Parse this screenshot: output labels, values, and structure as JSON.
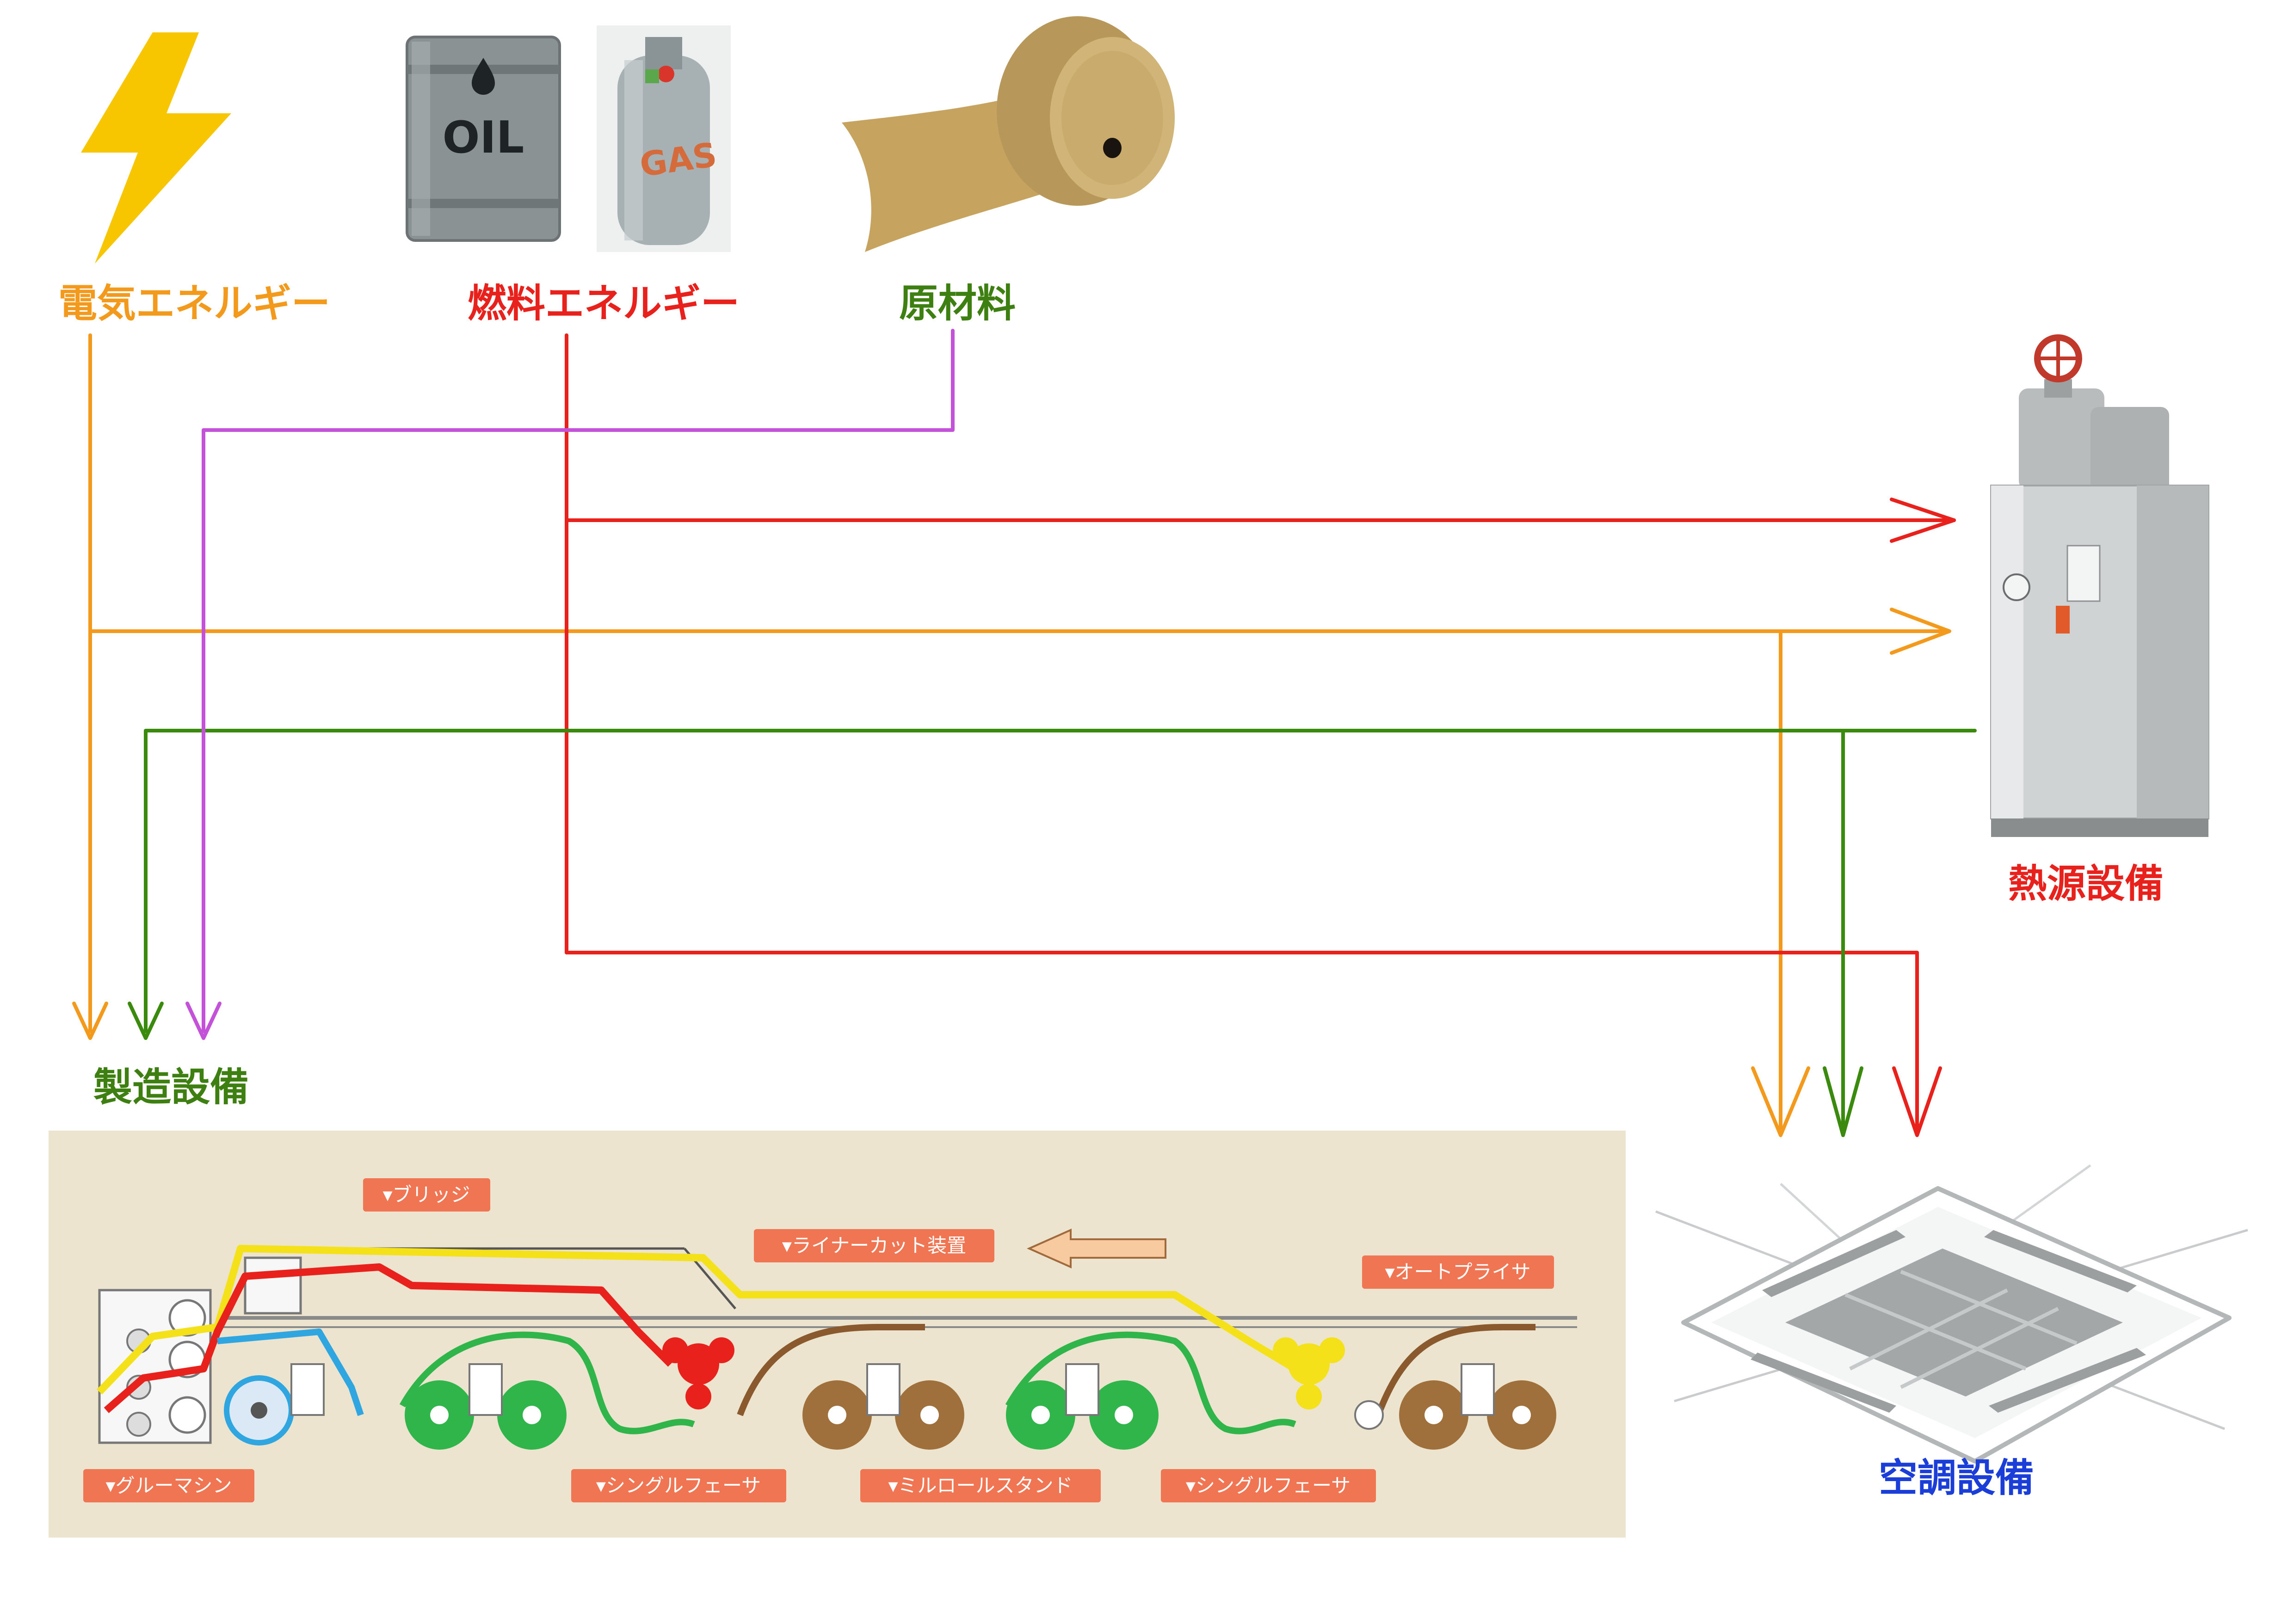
{
  "sources": {
    "electric": {
      "label": "電気エネルギー",
      "color": "#f39a1c"
    },
    "fuel": {
      "label": "燃料エネルギー",
      "color": "#e8211c"
    },
    "material": {
      "label": "原材料",
      "color": "#3d7f10"
    }
  },
  "icons": {
    "oil_drum_text": "OIL",
    "gas_tank_text": "GAS"
  },
  "equipment": {
    "heat_source": {
      "label": "熱源設備",
      "color": "#e8211c"
    },
    "manufacturing": {
      "label": "製造設備",
      "color": "#3d7f10"
    },
    "air_conditioning": {
      "label": "空調設備",
      "color": "#1b3ed8"
    }
  },
  "line_colors": {
    "electric": "#f39a1c",
    "fuel": "#e8211c",
    "steam": "#3a8a0e",
    "material": "#c452d8"
  },
  "machine_tags": {
    "bridge": "▾ブリッジ",
    "liner_cut": "▾ライナーカット装置",
    "auto_splicer": "▾オートプライサ",
    "glue_machine": "▾グルーマシン",
    "single_facer_1": "▾シングルフェーサ",
    "mill_roll_stand": "▾ミルロールスタンド",
    "single_facer_2": "▾シングルフェーサ"
  }
}
